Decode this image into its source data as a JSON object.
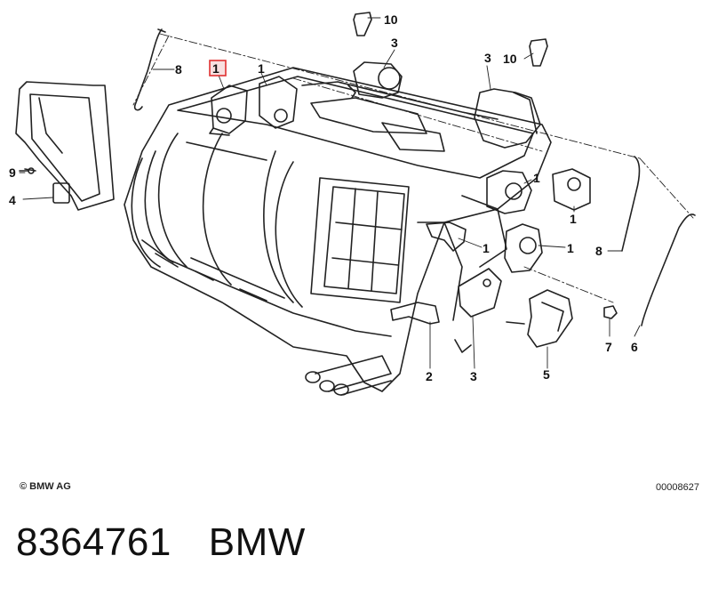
{
  "diagram": {
    "callouts": {
      "c1_highlight": "1",
      "c1_top": "1",
      "c1_right_a": "1",
      "c1_right_b": "1",
      "c1_mid": "1",
      "c2": "2",
      "c3_top": "3",
      "c3_right": "3",
      "c3_bottom": "3",
      "c4": "4",
      "c5": "5",
      "c6": "6",
      "c7": "7",
      "c8_left": "8",
      "c8_right": "8",
      "c9": "9",
      "c10_top": "10",
      "c10_right": "10"
    },
    "highlight_color": "#e03030"
  },
  "footer": {
    "copyright": "© BMW AG",
    "doc_number": "00008627"
  },
  "caption": {
    "part_number": "8364761",
    "brand": "BMW"
  }
}
